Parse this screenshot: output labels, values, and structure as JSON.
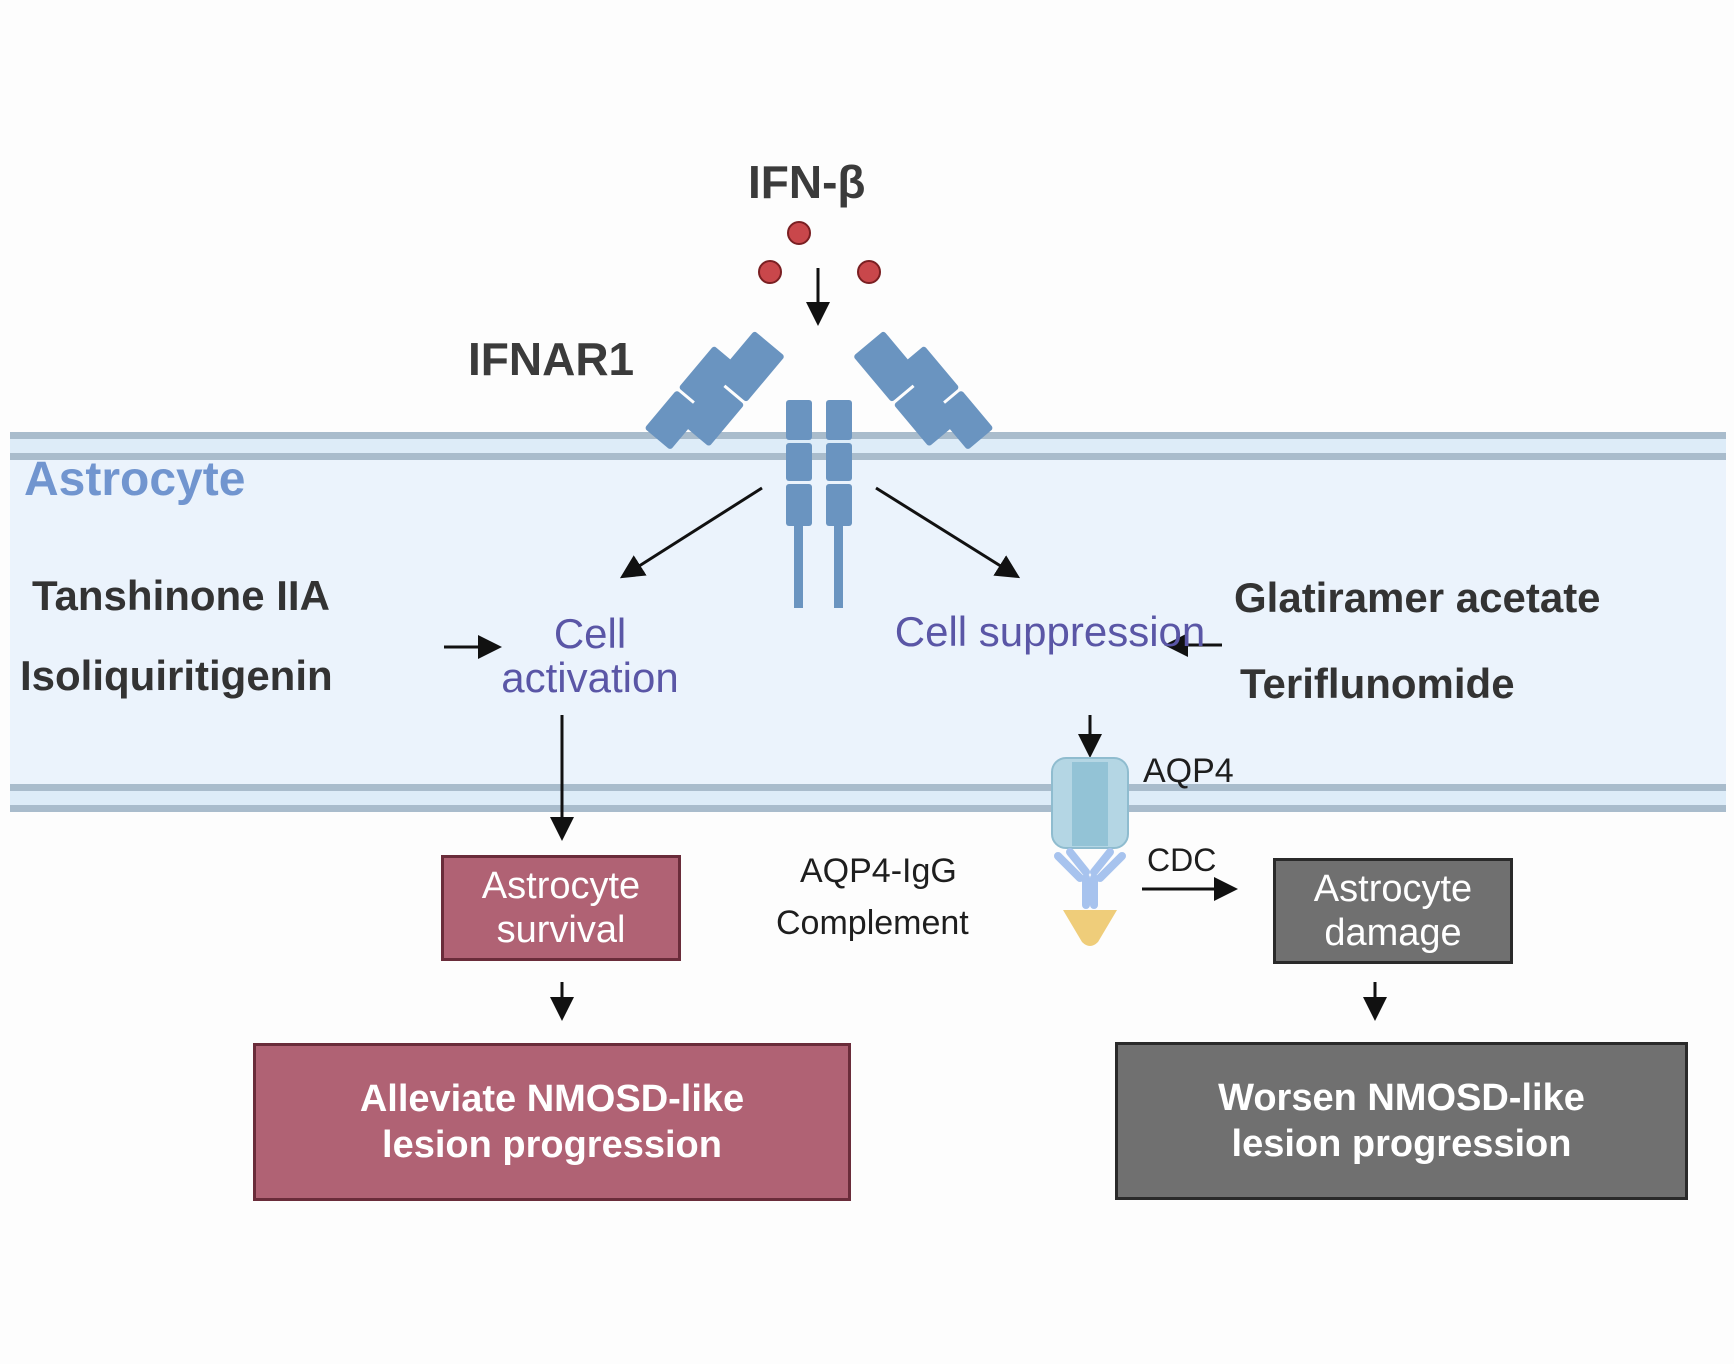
{
  "ligand": {
    "label": "IFN-β"
  },
  "receptor": {
    "label": "IFNAR1"
  },
  "cell": {
    "label": "Astrocyte"
  },
  "left_drugs": [
    "Tanshinone IIA",
    "Isoliquiritigenin"
  ],
  "right_drugs": [
    "Glatiramer acetate",
    "Teriflunomide"
  ],
  "activation": {
    "label": "Cell activation"
  },
  "suppression": {
    "label": "Cell suppression"
  },
  "channel": {
    "label": "AQP4"
  },
  "antibody": {
    "labels": [
      "AQP4-IgG",
      "Complement"
    ]
  },
  "cdc": {
    "label": "CDC"
  },
  "outcomes": {
    "survival": "Astrocyte survival",
    "damage": "Astrocyte damage",
    "alleviate": "Alleviate NMOSD-like lesion progression",
    "worsen": "Worsen NMOSD-like lesion progression"
  },
  "colors": {
    "positive": "#b06274",
    "negative": "#707070",
    "receptor": "#6a94c0",
    "ligand": "#c9474b",
    "membrane": "#a9bccc",
    "cytoplasm": "#ebf3fc",
    "pathway_text": "#5a56a6",
    "complement": "#efcd7a"
  }
}
